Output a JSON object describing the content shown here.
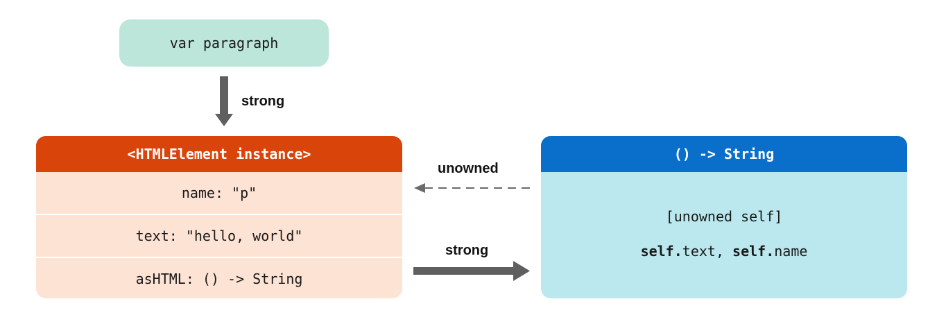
{
  "variable": {
    "label": "var paragraph"
  },
  "edges": {
    "var_to_instance": "strong",
    "closure_to_instance": "unowned",
    "instance_to_closure": "strong"
  },
  "instance": {
    "title": "<HTMLElement instance>",
    "properties": [
      "name: \"p\"",
      "text: \"hello, world\"",
      "asHTML: () -> String"
    ]
  },
  "closure": {
    "title": "() -> String",
    "capture_list": "[unowned self]",
    "body": {
      "kw1": "self.",
      "part1": "text, ",
      "kw2": "self.",
      "part2": "name"
    }
  },
  "colors": {
    "var_box": "#bde6db",
    "instance_header": "#d9440a",
    "instance_body": "#fde3d4",
    "closure_header": "#0a6fca",
    "closure_body": "#bae8ee",
    "arrow": "#5f5f5f"
  }
}
